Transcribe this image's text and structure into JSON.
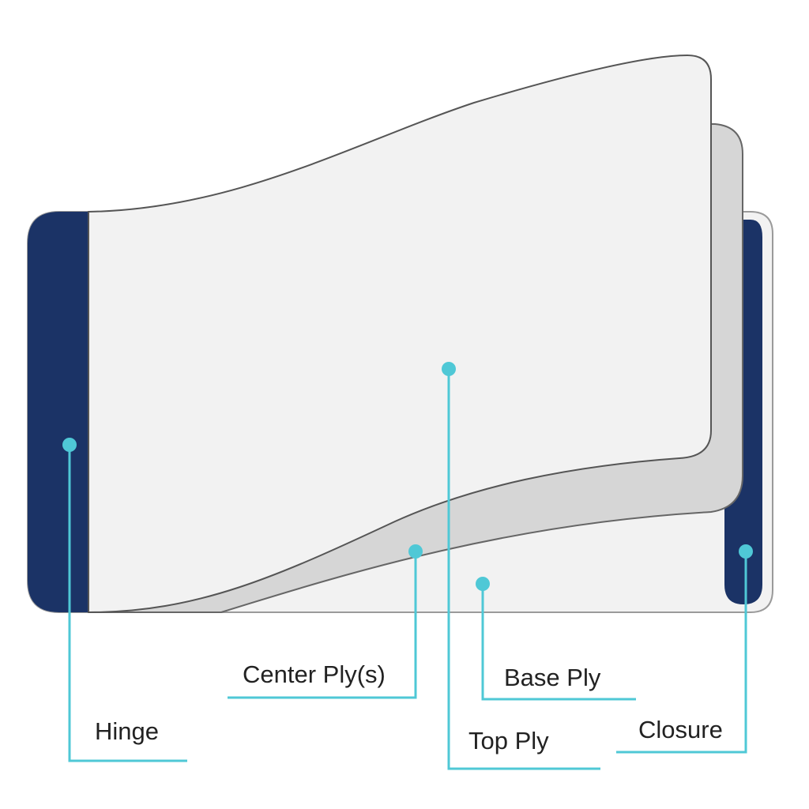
{
  "diagram": {
    "colors": {
      "navy": "#1b3366",
      "ply_light": "#f2f2f2",
      "ply_gray": "#d6d6d6",
      "leader": "#4fc8d6",
      "outline": "#9a9a9a"
    },
    "labels": {
      "hinge": "Hinge",
      "center_ply": "Center Ply(s)",
      "top_ply": "Top Ply",
      "base_ply": "Base Ply",
      "closure": "Closure"
    }
  }
}
